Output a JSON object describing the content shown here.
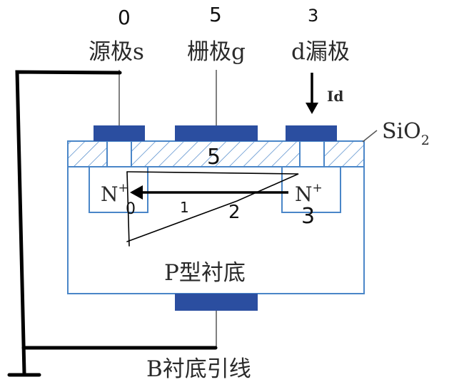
{
  "labels": {
    "source": "源极s",
    "gate": "栅极g",
    "drain": "d漏极",
    "oxide_prefix": "SiO",
    "oxide_sub": "2",
    "current": "Id",
    "n_plus_left": "N",
    "n_plus_right": "N",
    "n_plus_sup": "+",
    "substrate": "P型衬底",
    "substrate_lead": "B衬底引线"
  },
  "annotations": {
    "source_voltage": "0",
    "gate_voltage": "5",
    "drain_voltage": "3",
    "gate_voltage_oxide": "5",
    "channel_left": "0",
    "channel_mid_1": "1",
    "channel_mid_2": "2",
    "channel_right": "3"
  },
  "colors": {
    "outline": "#4a86c8",
    "metal": "#2b4ea0",
    "ink": "#000000",
    "text": "#2a2a2a"
  },
  "icons": {
    "current_arrow": "arrow-down-icon",
    "channel_arrow": "arrow-left-icon",
    "ground": "ground-icon"
  }
}
